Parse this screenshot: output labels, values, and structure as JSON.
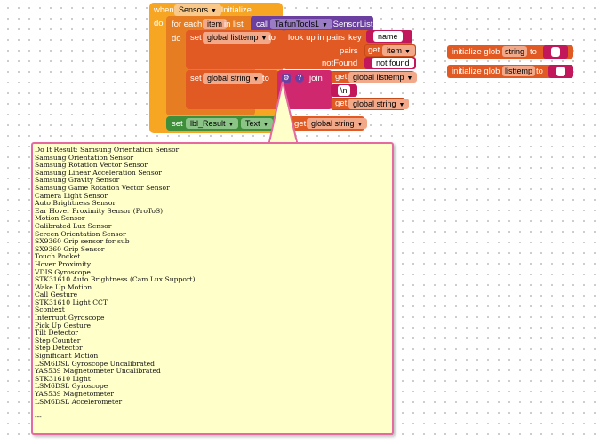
{
  "event_block": {
    "when": "when",
    "component": "Sensors",
    "event": ".Initialize",
    "do": "do"
  },
  "for_each": {
    "label": "for each",
    "var": "item",
    "in_list": "in list",
    "do": "do"
  },
  "call_block": {
    "call": "call",
    "component": "TaifunTools1",
    "method": ".SensorList"
  },
  "set_listtemp": {
    "set": "set",
    "var": "global listtemp",
    "to": "to"
  },
  "lookup": {
    "label": "look up in pairs",
    "key": "key",
    "key_value": "name",
    "pairs": "pairs",
    "get": "get",
    "get_var": "item",
    "not_found": "notFound",
    "not_found_value": "not found"
  },
  "set_string": {
    "set": "set",
    "var": "global string",
    "to": "to",
    "join": "join",
    "get1": "get",
    "var1": "global listtemp",
    "newline": "\\n",
    "get2": "get",
    "var2": "global string"
  },
  "set_result": {
    "set": "set",
    "component": "lbl_Result",
    "property": "Text",
    "to": "to",
    "get": "get",
    "var": "global string"
  },
  "globals": [
    {
      "initialize": "initialize glob",
      "name": "string",
      "to": "to",
      "value": "\"\""
    },
    {
      "initialize": "initialize glob",
      "name": "listtemp",
      "to": "to",
      "value": "\"\""
    }
  ],
  "result": {
    "lines": [
      "Do It Result: Samsung Orientation Sensor",
      "Samsung Orientation Sensor",
      "Samsung Rotation Vector Sensor",
      "Samsung Linear Acceleration Sensor",
      "Samsung Gravity Sensor",
      "Samsung Game Rotation Vector Sensor",
      "Camera Light Sensor",
      "Auto Brightness Sensor",
      "Ear Hover Proximity Sensor (ProToS)",
      "Motion Sensor",
      "Calibrated Lux Sensor",
      "Screen Orientation Sensor",
      "SX9360 Grip sensor for sub",
      "SX9360 Grip Sensor",
      "Touch Pocket",
      "Hover Proximity",
      "VDIS Gyroscope",
      "STK31610 Auto Brightness (Cam Lux Support)",
      "Wake Up Motion",
      "Call Gesture",
      "STK31610 Light CCT",
      "Scontext",
      "Interrupt Gyroscope",
      "Pick Up Gesture",
      "Tilt Detector",
      "Step Counter",
      "Step Detector",
      "Significant Motion",
      "LSM6DSL Gyroscope Uncalibrated",
      "YAS539 Magnetometer Uncalibrated",
      "STK31610 Light",
      "LSM6DSL Gyroscope",
      "YAS539 Magnetometer",
      "LSM6DSL Accelerometer",
      "",
      "---"
    ]
  },
  "colors": {
    "event": "#f6a623",
    "control": "#e67d22",
    "variable": "#e25a23",
    "text": "#c2185b",
    "component_call": "#6b3fa0",
    "component_set": "#3f8f3a",
    "callout_bg": "#ffffca",
    "callout_border": "#e46aa0"
  }
}
